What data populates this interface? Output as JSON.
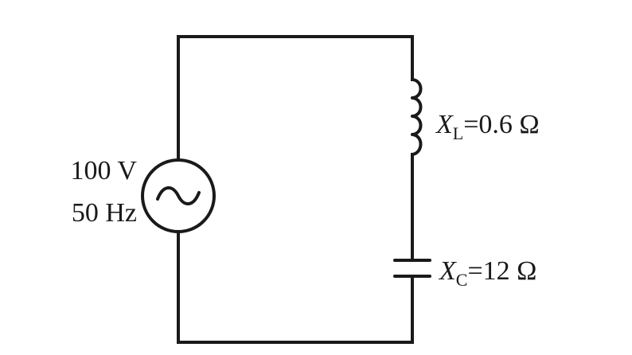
{
  "source": {
    "voltage": "100 V",
    "frequency": "50 Hz"
  },
  "inductor": {
    "symbol": "X",
    "subscript": "L",
    "value": "=0.6 Ω"
  },
  "capacitor": {
    "symbol": "X",
    "subscript": "C",
    "value": "=12 Ω"
  }
}
